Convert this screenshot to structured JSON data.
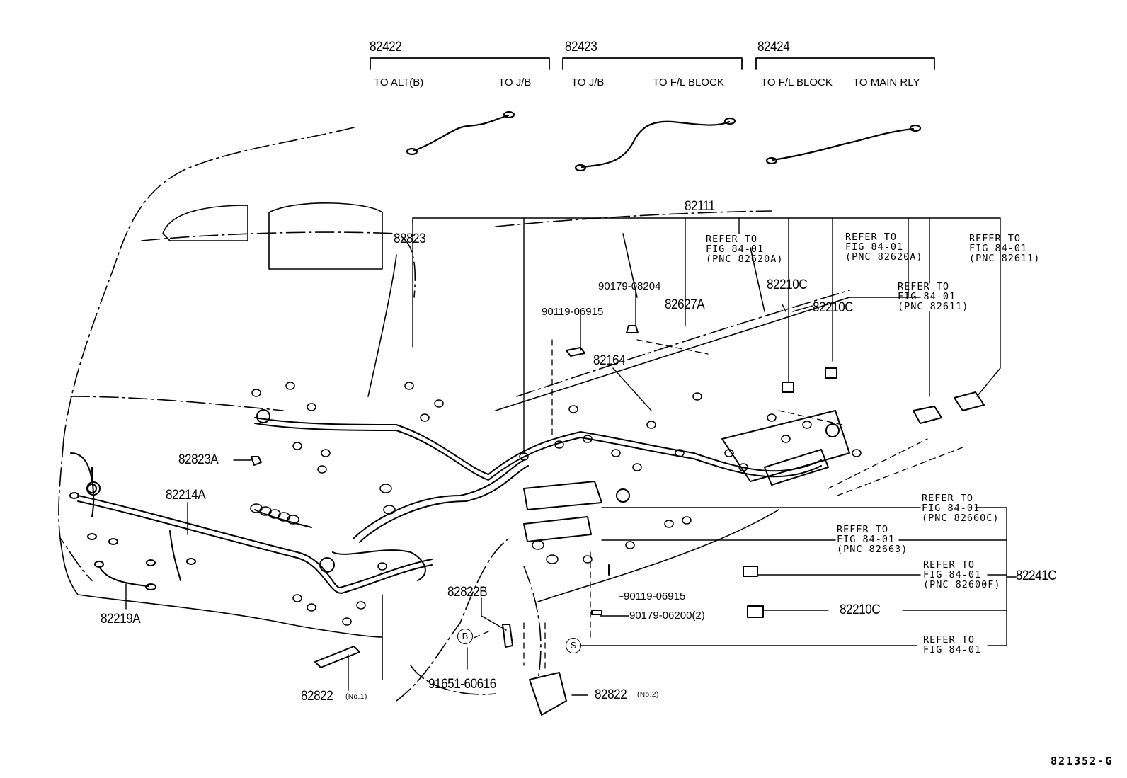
{
  "diagram_code": "821352-G",
  "cables": [
    {
      "part": "82422",
      "from": "TO ALT(B)",
      "to": "TO J/B"
    },
    {
      "part": "82423",
      "from": "TO J/B",
      "to": "TO F/L BLOCK"
    },
    {
      "part": "82424",
      "from": "TO F/L BLOCK",
      "to": "TO MAIN RLY"
    }
  ],
  "main_harness": "82111",
  "parts": {
    "p82823": "82823",
    "p82823A": "82823A",
    "p82214A": "82214A",
    "p82219A": "82219A",
    "p82822_no1": "82822",
    "p82822_no1_note": "(No.1)",
    "p82822_no2": "82822",
    "p82822_no2_note": "(No.2)",
    "p82822B": "82822B",
    "p91651": "91651-60616",
    "p90119_top": "90119-06915",
    "p90179_top": "90179-08204",
    "p82627A": "82627A",
    "p82164": "82164",
    "p82210C_a": "82210C",
    "p82210C_b": "82210C",
    "p90119_bot": "90119-06915",
    "p90179_bot": "90179-06200(2)",
    "p82210C_c": "82210C",
    "p82241C": "82241C"
  },
  "markers": {
    "b": "B",
    "s": "S"
  },
  "refer_notes": [
    {
      "line1": "REFER TO",
      "line2": "FIG 84-01",
      "line3": "(PNC 82620A)"
    },
    {
      "line1": "REFER TO",
      "line2": "FIG 84-01",
      "line3": "(PNC 82620A)"
    },
    {
      "line1": "REFER TO",
      "line2": "FIG 84-01",
      "line3": "(PNC 82611)"
    },
    {
      "line1": "REFER TO",
      "line2": "FIG 84-01",
      "line3": "(PNC 82611)"
    },
    {
      "line1": "REFER TO",
      "line2": "FIG 84-01",
      "line3": "(PNC 82660C)"
    },
    {
      "line1": "REFER TO",
      "line2": "FIG 84-01",
      "line3": "(PNC 82663)"
    },
    {
      "line1": "REFER TO",
      "line2": "FIG 84-01",
      "line3": "(PNC 82600F)"
    },
    {
      "line1": "REFER TO",
      "line2": "FIG 84-01",
      "line3": ""
    }
  ]
}
